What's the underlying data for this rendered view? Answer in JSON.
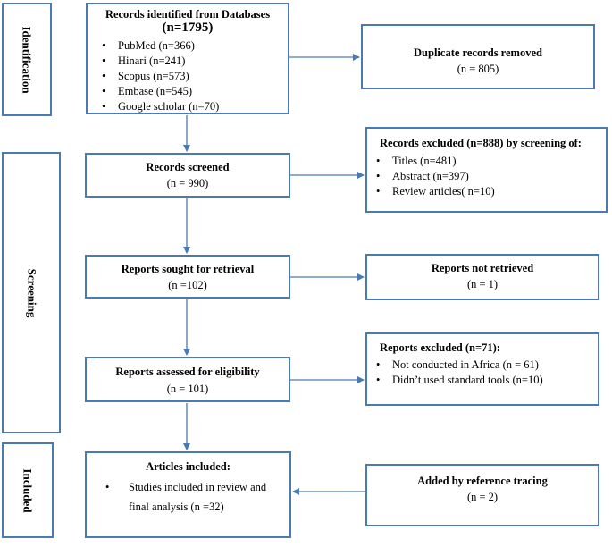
{
  "stages": {
    "identification": "Identification",
    "screening": "Screening",
    "included": "Included"
  },
  "identified": {
    "title": "Records identified from Databases",
    "count": "(n=1795)",
    "sources": [
      "PubMed (n=366)",
      "Hinari (n=241)",
      "Scopus (n=573)",
      "Embase (n=545)",
      "Google scholar (n=70)"
    ]
  },
  "duplicates": {
    "title": "Duplicate records removed",
    "count": "(n = 805)"
  },
  "screened": {
    "title": "Records screened",
    "count": "(n = 990)"
  },
  "excluded_screening": {
    "title": "Records excluded (n=888) by screening of:",
    "items": [
      "Titles (n=481)",
      "Abstract (n=397)",
      "Review articles( n=10)"
    ]
  },
  "sought": {
    "title": "Reports sought for retrieval",
    "count": "(n =102)"
  },
  "not_retrieved": {
    "title": "Reports not retrieved",
    "count": "(n = 1)"
  },
  "assessed": {
    "title": "Reports assessed for eligibility",
    "count": "(n = 101)"
  },
  "excluded_reports": {
    "title": "Reports excluded (n=71):",
    "items": [
      "Not conducted in Africa (n = 61)",
      "Didn’t used standard tools  (n=10)"
    ]
  },
  "included": {
    "title": "Articles included:",
    "line1": "Studies included in review and",
    "line2": "final analysis (n =32)"
  },
  "reference": {
    "title": "Added by reference tracing",
    "count": "(n = 2)"
  },
  "colors": {
    "border": "#4a7ab5",
    "arrow": "#4a7ab5"
  }
}
